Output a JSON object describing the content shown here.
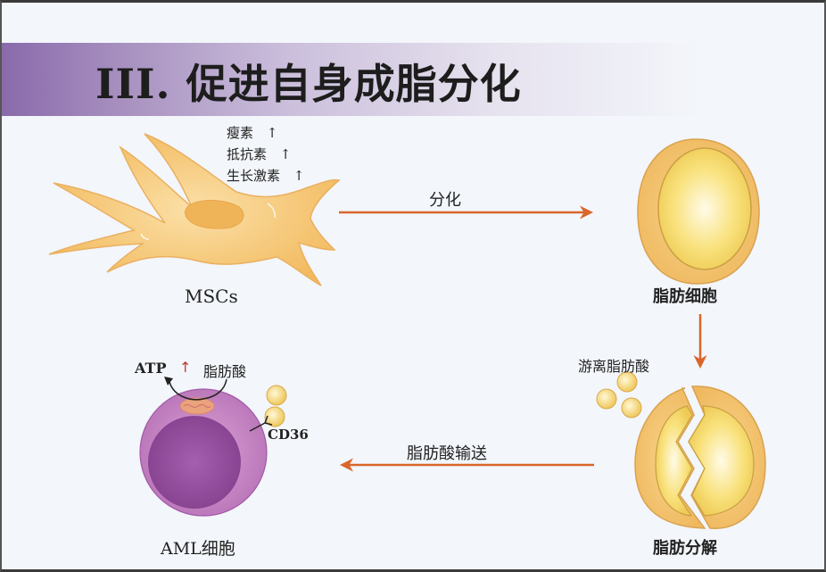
{
  "title": "III. 促进自身成脂分化",
  "colors": {
    "arrow": "#d9662a",
    "title_band_start": "#8a6aab",
    "msc_cell": "#f6c87a",
    "adipocyte_outer": "#f3c573",
    "adipocyte_inner": "#f8df7e",
    "aml_cell_outer": "#c98ac7",
    "aml_cell_nucleus": "#8e4a9c",
    "fatty_acid_droplet": "#f4d070",
    "atp_up_arrow": "#c0392b"
  },
  "hormones": [
    {
      "name": "瘦素",
      "trend": "up",
      "icon": "up-arrow"
    },
    {
      "name": "抵抗素",
      "trend": "up",
      "icon": "up-arrow"
    },
    {
      "name": "生长激素",
      "trend": "up",
      "icon": "up-arrow"
    }
  ],
  "cells": {
    "msc": "MSCs",
    "adipocyte": "脂肪细胞",
    "lipolysis": "脂肪分解",
    "aml": "AML细胞"
  },
  "arrows": {
    "differentiation": "分化",
    "fatty_acid_transport": "脂肪酸输送"
  },
  "annotations": {
    "free_fatty_acid": "游离脂肪酸",
    "atp": "ATP",
    "atp_trend": "up",
    "fatty_acid": "脂肪酸",
    "cd36": "CD36"
  },
  "up_glyph": "↑"
}
